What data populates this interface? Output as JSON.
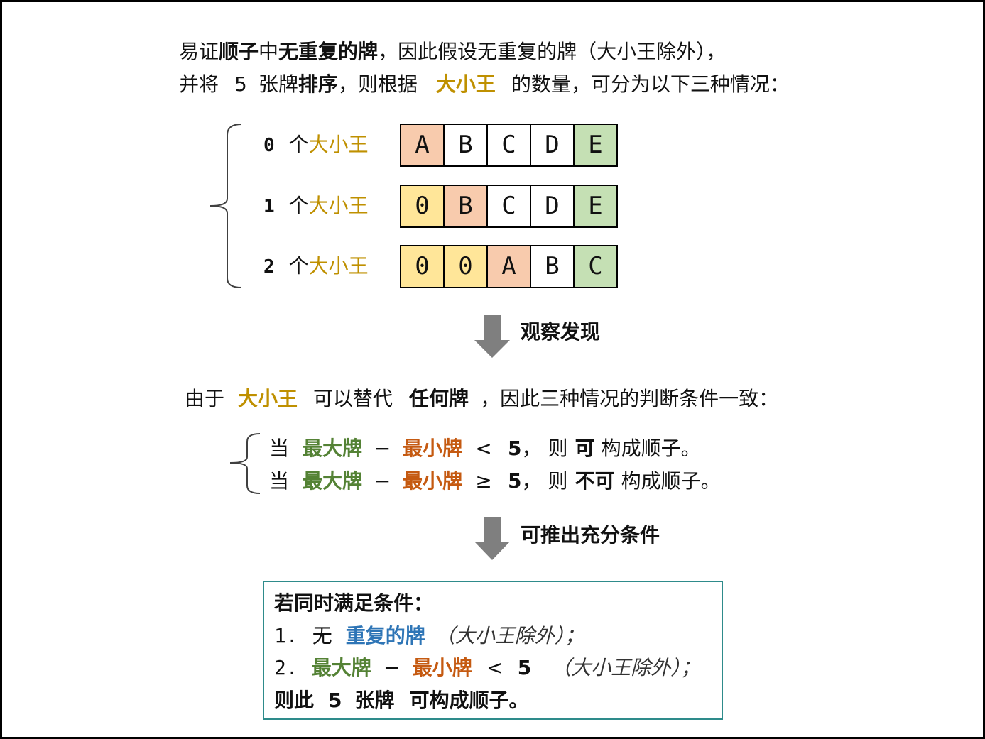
{
  "intro": {
    "line1": {
      "a": "易证",
      "b": "顺子",
      "c": "中",
      "d": "无重复的牌",
      "e": "，因此假设无重复的牌（大小王除外），"
    },
    "line2": {
      "a": "并将",
      "b": "5",
      "c": "张牌",
      "d": "排序",
      "e": "，则根据",
      "f": "大小王",
      "g": "的数量，可分为以下三种情况："
    }
  },
  "cases": [
    {
      "count": "0",
      "unit": "个",
      "joker": "大小王",
      "cells": [
        {
          "v": "A",
          "fill": "#F8CBAD"
        },
        {
          "v": "B",
          "fill": "#FFFFFF"
        },
        {
          "v": "C",
          "fill": "#FFFFFF"
        },
        {
          "v": "D",
          "fill": "#FFFFFF"
        },
        {
          "v": "E",
          "fill": "#C5E0B4"
        }
      ]
    },
    {
      "count": "1",
      "unit": "个",
      "joker": "大小王",
      "cells": [
        {
          "v": "0",
          "fill": "#FFE699"
        },
        {
          "v": "B",
          "fill": "#F8CBAD"
        },
        {
          "v": "C",
          "fill": "#FFFFFF"
        },
        {
          "v": "D",
          "fill": "#FFFFFF"
        },
        {
          "v": "E",
          "fill": "#C5E0B4"
        }
      ]
    },
    {
      "count": "2",
      "unit": "个",
      "joker": "大小王",
      "cells": [
        {
          "v": "0",
          "fill": "#FFE699"
        },
        {
          "v": "0",
          "fill": "#FFE699"
        },
        {
          "v": "A",
          "fill": "#F8CBAD"
        },
        {
          "v": "B",
          "fill": "#FFFFFF"
        },
        {
          "v": "C",
          "fill": "#C5E0B4"
        }
      ]
    }
  ],
  "arrows": [
    {
      "label": "观察发现"
    },
    {
      "label": "可推出充分条件"
    }
  ],
  "observation": {
    "a": "由于",
    "b": "大小王",
    "c": "可以替代",
    "d": "任何牌",
    "e": "，因此三种情况的判断条件一致："
  },
  "conditions": [
    {
      "when": "当",
      "max": "最大牌",
      "minus": "−",
      "min": "最小牌",
      "op": "<",
      "n": "5",
      "comma": "，",
      "then": "则",
      "verdict": "可",
      "rest": "构成顺子。"
    },
    {
      "when": "当",
      "max": "最大牌",
      "minus": "−",
      "min": "最小牌",
      "op": "≥",
      "n": "5",
      "comma": "，",
      "then": "则",
      "verdict": "不可",
      "rest": "构成顺子。"
    }
  ],
  "conclusion": {
    "title": "若同时满足条件：",
    "item1": {
      "num": "1.",
      "a": "无",
      "b": "重复的牌",
      "note": "（大小王除外）；"
    },
    "item2": {
      "num": "2.",
      "max": "最大牌",
      "minus": "−",
      "min": "最小牌",
      "op": "<",
      "n": "5",
      "note": "（大小王除外）；"
    },
    "result": {
      "a": "则此",
      "b": "5",
      "c": "张牌",
      "d": "可构成顺子。"
    }
  },
  "colors": {
    "joker": "#BF9000",
    "max": "#548235",
    "min": "#C55A11",
    "dup": "#2E75B6",
    "arrow": "#7F7F7F",
    "brace": "#404040",
    "box_border": "#2E8B8B"
  }
}
